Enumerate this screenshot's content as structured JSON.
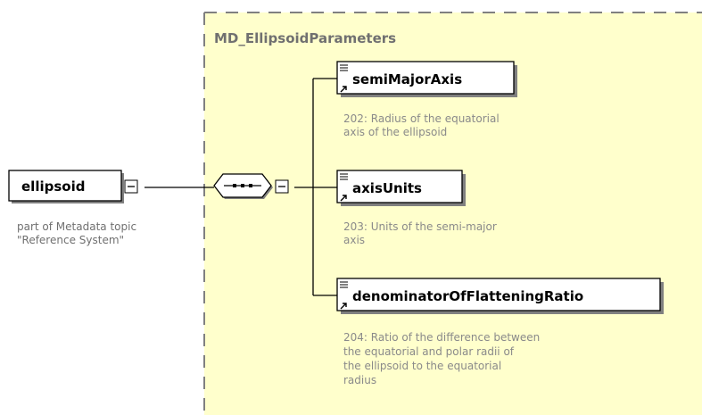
{
  "complex_type": {
    "title": "MD_EllipsoidParameters"
  },
  "root_element": {
    "name": "ellipsoid",
    "annotation": [
      "part of Metadata topic",
      "\"Reference System\""
    ]
  },
  "compositor": {
    "kind": "sequence",
    "expanded": true
  },
  "children": [
    {
      "name": "semiMajorAxis",
      "annotation": [
        "202: Radius of the equatorial",
        "axis of the ellipsoid"
      ]
    },
    {
      "name": "axisUnits",
      "annotation": [
        "203: Units of the semi-major",
        "axis"
      ]
    },
    {
      "name": "denominatorOfFlatteningRatio",
      "annotation": [
        "204: Ratio of the difference between",
        "the equatorial and polar radii of",
        "the ellipsoid to the equatorial",
        "radius"
      ]
    }
  ],
  "colors": {
    "type_background": "#ffffcc",
    "type_border": "#808080",
    "element_shadow": "#808080"
  }
}
